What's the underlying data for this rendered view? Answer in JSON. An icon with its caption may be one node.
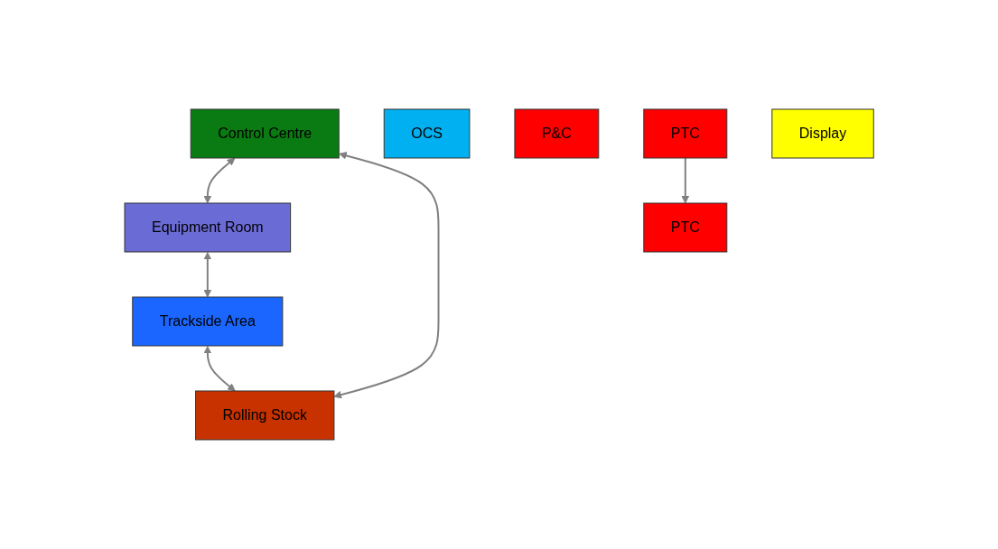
{
  "diagram": {
    "nodes": [
      {
        "text": [
          "Control Centre"
        ]
      },
      {
        "text": [
          "OCS"
        ]
      },
      {
        "text": [
          "Equipment Room"
        ]
      },
      {
        "text": [
          "PTC"
        ]
      },
      {
        "text": [
          "Trackside Area"
        ]
      },
      {
        "text": [
          "P&C"
        ]
      },
      {
        "text": [
          "Rolling Stock"
        ]
      },
      {
        "text": [
          "PTC"
        ]
      },
      {
        "text": [
          "Display"
        ]
      }
    ],
    "edges": [
      {
        "from": 0,
        "to": 2,
        "arrow": "both"
      },
      {
        "from": 2,
        "to": 4,
        "arrow": "both"
      },
      {
        "from": 4,
        "to": 6,
        "arrow": "both"
      },
      {
        "from": 0,
        "to": 6,
        "arrow": "both"
      },
      {
        "from": 7,
        "to": 3,
        "arrow": "to"
      }
    ]
  }
}
